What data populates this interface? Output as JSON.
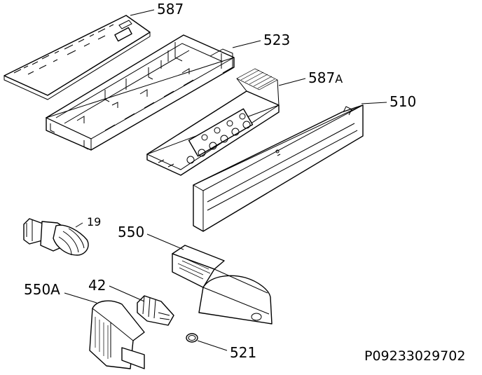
{
  "labels": {
    "p587": "587",
    "p523": "523",
    "p587a": "587",
    "p587a_suffix": "A",
    "p510": "510",
    "p19": "19",
    "p550": "550",
    "p550a": "550A",
    "p42": "42",
    "p521": "521"
  },
  "drawing_code": "P09233029702",
  "colors": {
    "line": "#000000",
    "paper": "#ffffff"
  }
}
